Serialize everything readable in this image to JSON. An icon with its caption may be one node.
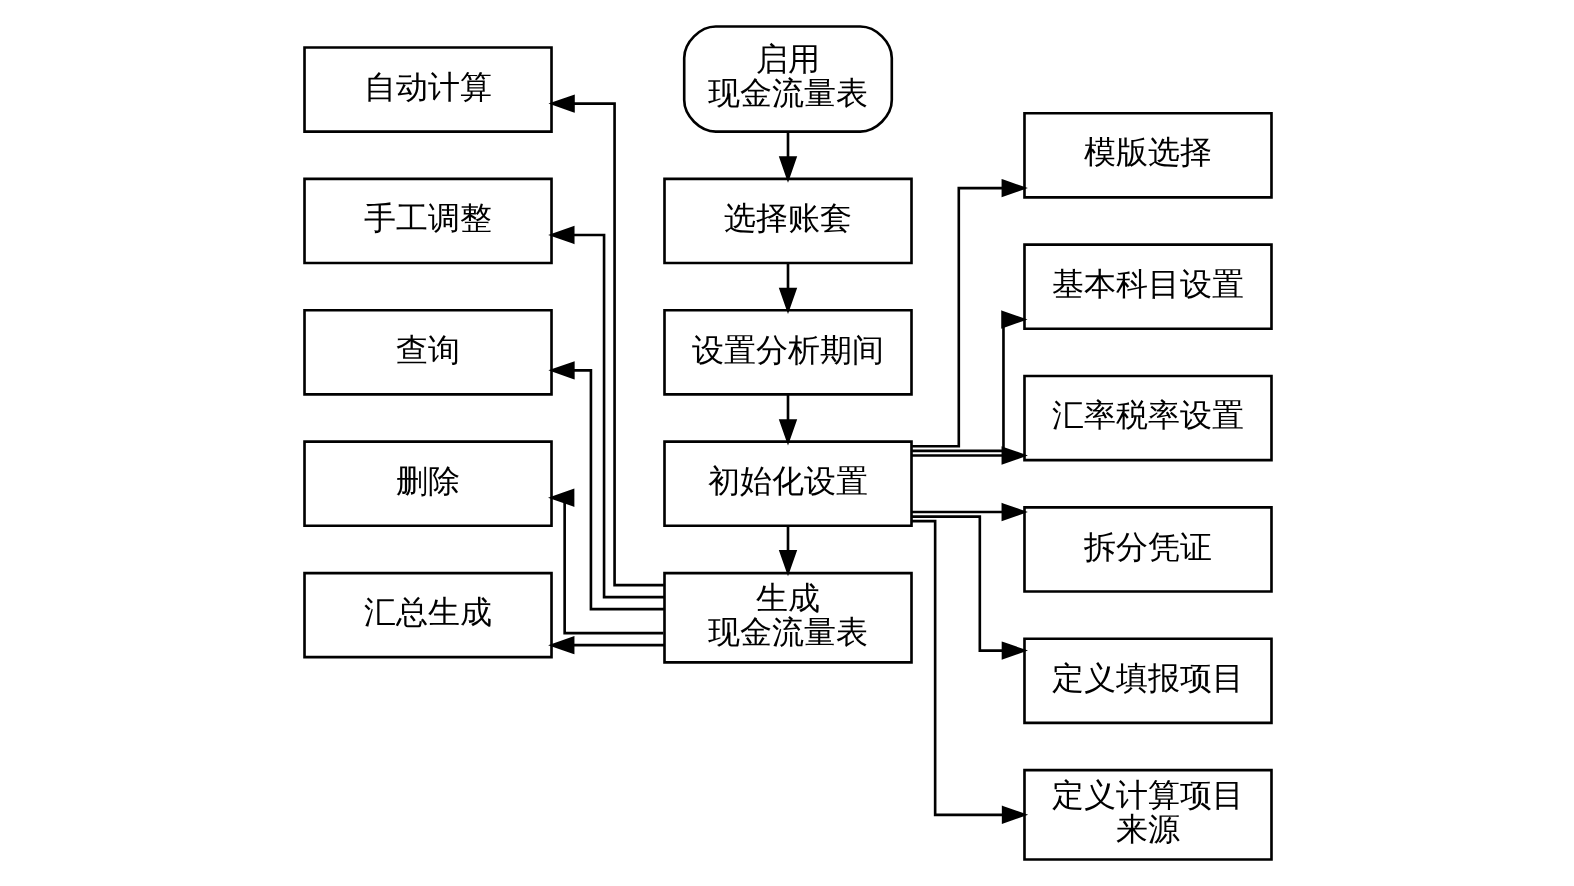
{
  "diagram": {
    "nodes": [
      {
        "text": [
          "启用现金流量表"
        ]
      },
      {
        "text": [
          "选择账套"
        ]
      },
      {
        "text": [
          "设置分析期间"
        ]
      },
      {
        "text": [
          "初始化设置"
        ]
      },
      {
        "text": [
          "生成现金流量表"
        ]
      },
      {
        "text": [
          "模版选择"
        ]
      },
      {
        "text": [
          "基本科目设置"
        ]
      },
      {
        "text": [
          "汇率税率设置"
        ]
      },
      {
        "text": [
          "拆分凭证"
        ]
      },
      {
        "text": [
          "定义填报项目"
        ]
      },
      {
        "text": [
          "定义计算项目来源"
        ]
      },
      {
        "text": [
          "自动计算"
        ]
      },
      {
        "text": [
          "手工调整"
        ]
      },
      {
        "text": [
          "查询"
        ]
      },
      {
        "text": [
          "删除"
        ]
      },
      {
        "text": [
          "汇总生成"
        ]
      }
    ],
    "edges": [
      {
        "from": 0,
        "to": 1,
        "arrow": "to"
      },
      {
        "from": 1,
        "to": 2,
        "arrow": "to"
      },
      {
        "from": 2,
        "to": 3,
        "arrow": "to"
      },
      {
        "from": 3,
        "to": 4,
        "arrow": "to"
      },
      {
        "from": 3,
        "to": 5,
        "arrow": "to"
      },
      {
        "from": 3,
        "to": 6,
        "arrow": "to"
      },
      {
        "from": 3,
        "to": 7,
        "arrow": "to"
      },
      {
        "from": 3,
        "to": 8,
        "arrow": "to"
      },
      {
        "from": 3,
        "to": 9,
        "arrow": "to"
      },
      {
        "from": 3,
        "to": 10,
        "arrow": "to"
      },
      {
        "from": 4,
        "to": 11,
        "arrow": "to"
      },
      {
        "from": 4,
        "to": 12,
        "arrow": "to"
      },
      {
        "from": 4,
        "to": 13,
        "arrow": "to"
      },
      {
        "from": 4,
        "to": 14,
        "arrow": "to"
      },
      {
        "from": 4,
        "to": 15,
        "arrow": "to"
      }
    ]
  }
}
